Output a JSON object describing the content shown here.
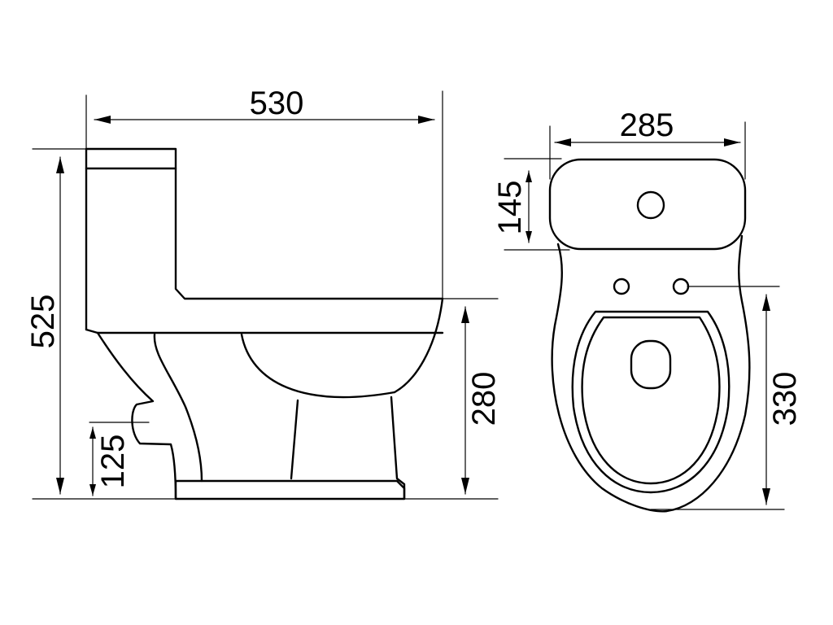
{
  "diagram": {
    "side_view": {
      "width_label": "530",
      "height_label": "525",
      "seat_height_label": "280",
      "outlet_height_label": "125"
    },
    "top_view": {
      "width_label": "285",
      "tank_depth_label": "145",
      "bowl_depth_label": "330"
    },
    "colors": {
      "line": "#000000",
      "background": "#ffffff"
    }
  }
}
